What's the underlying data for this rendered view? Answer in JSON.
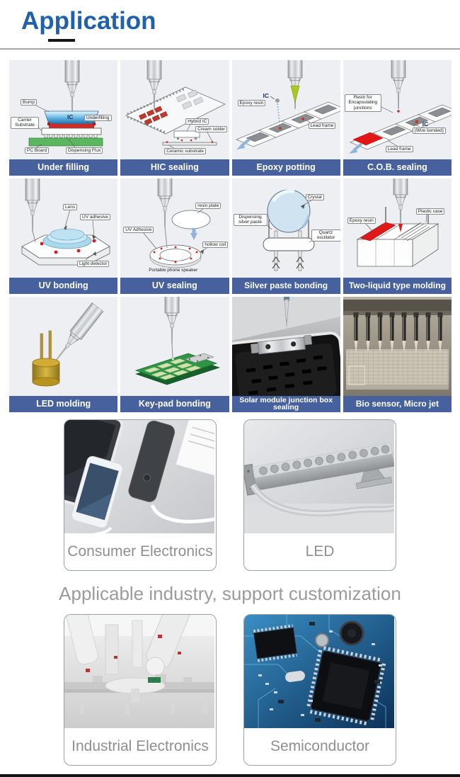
{
  "page": {
    "title": "Application"
  },
  "grid": {
    "cells": [
      {
        "label": "Under filling",
        "ann": {
          "bump": "Bump",
          "ic": "IC",
          "underfilling": "Underfilling",
          "carrier_substrate": "Carrier Substrate",
          "pc_board": "PC Board",
          "dispensing_flux": "Dispensing Flux"
        }
      },
      {
        "label": "HIC sealing",
        "ann": {
          "hybrid_ic": "Hybrid IC",
          "cream_solder": "Cream solder",
          "ceramic_substrate": "Ceramic substrate"
        }
      },
      {
        "label": "Epoxy potting",
        "ann": {
          "ic": "IC",
          "epoxy_resin": "Epoxy resin",
          "lead_frame": "Lead frame"
        }
      },
      {
        "label": "C.O.B. sealing",
        "ann": {
          "resin_for": "Resin for Encapsulating junctions",
          "ic": "IC",
          "wire_bonded": "(Wire bonded)",
          "lead_frame": "Lead frame"
        }
      },
      {
        "label": "UV bonding",
        "ann": {
          "lens": "Lens",
          "uv_adhesive": "UV adhesive",
          "light_detector": "Light detector"
        }
      },
      {
        "label": "UV sealing",
        "ann": {
          "resin_plate": "resin plate",
          "uv_adhesive": "UV Adhesive",
          "hollow_coil": "hollow coil",
          "speaker": "Portable phone speaker"
        }
      },
      {
        "label": "Silver paste bonding",
        "ann": {
          "crystal": "Crystal",
          "silver_paste": "Dispensing silver paste",
          "quartz": "Quartz oscillator"
        }
      },
      {
        "label": "Two-liquid type molding",
        "ann": {
          "epoxy_resin": "Epoxy resin",
          "plastic_case": "Plastic case"
        }
      },
      {
        "label": "LED molding",
        "ann": {}
      },
      {
        "label": "Key-pad bonding",
        "ann": {}
      },
      {
        "label": "Solar module junction box sealing",
        "ann": {}
      },
      {
        "label": "Bio sensor, Micro jet",
        "ann": {}
      }
    ]
  },
  "industry_note": "Applicable industry, support customization",
  "photo_cards": [
    {
      "caption": "Consumer Electronics"
    },
    {
      "caption": "LED"
    },
    {
      "caption": "Industrial Electronics"
    },
    {
      "caption": "Semiconductor"
    }
  ],
  "colors": {
    "title_blue": "#2061ac",
    "label_bar_blue": "#46619e",
    "caption_gray": "#8f8f8f"
  }
}
